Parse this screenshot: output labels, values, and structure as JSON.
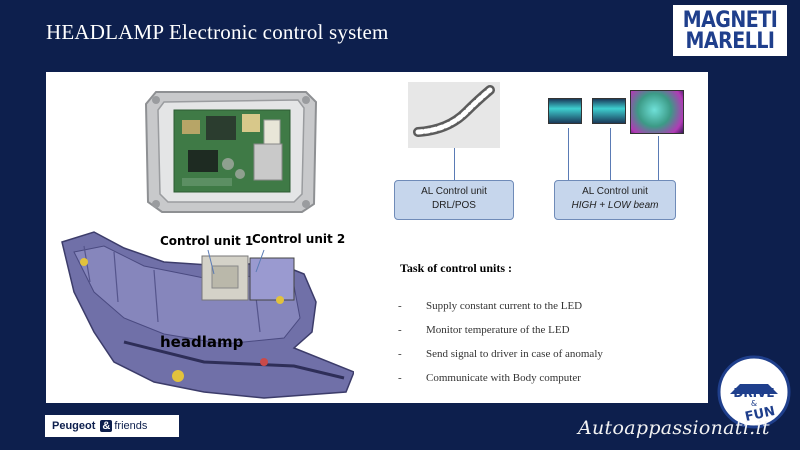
{
  "title": "HEADLAMP Electronic control system",
  "logo": {
    "line1": "MAGNETI",
    "line2": "MARELLI"
  },
  "headlamp": {
    "control_unit_1": "Control unit 1",
    "control_unit_2": "Control unit 2",
    "label": "headlamp"
  },
  "boxes": {
    "drl": {
      "line1": "AL Control unit",
      "line2": "DRL/POS"
    },
    "beam": {
      "line1": "AL Control unit",
      "line2": "HIGH + LOW beam"
    }
  },
  "tasks": {
    "title": "Task of control units :",
    "dash": "-",
    "items": [
      "Supply constant current to the LED",
      "Monitor temperature  of the LED",
      "Send signal to driver in case of anomaly",
      "Communicate with Body computer"
    ]
  },
  "badge": {
    "brand": "Peugeot",
    "amp": "&",
    "friends": "friends"
  },
  "drive_fun": {
    "drive": "DRIVE",
    "amp": "&",
    "fun": "FUN"
  },
  "watermark": "Autoappassionati.it",
  "colors": {
    "background": "#0d1f4d",
    "box_fill": "#c6d6ec",
    "arrow": "#5a7bb5",
    "logo_text": "#1f3f8c"
  }
}
